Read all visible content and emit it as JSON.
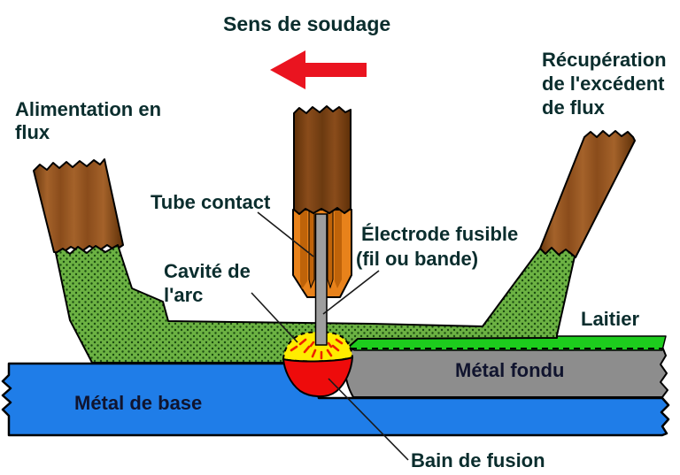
{
  "labels": {
    "welding_direction": "Sens de soudage",
    "flux_supply_line1": "Alimentation en",
    "flux_supply_line2": "flux",
    "flux_recovery_line1": "Récupération",
    "flux_recovery_line2": "de l'excédent",
    "flux_recovery_line3": "de flux",
    "contact_tube": "Tube contact",
    "arc_cavity_line1": "Cavité de",
    "arc_cavity_line2": "l'arc",
    "electrode_line1": "Électrode fusible",
    "electrode_line2": "(fil ou bande)",
    "slag": "Laitier",
    "molten_metal": "Métal fondu",
    "base_metal": "Métal de base",
    "weld_pool": "Bain de fusion"
  },
  "icons": {
    "direction_arrow": "left-arrow"
  },
  "colors": {
    "arrow_red": "#ea1420",
    "flux_green": "#6cb243",
    "flux_dot": "#1a4a10",
    "slag_green": "#1dcc1d",
    "molten_gray": "#8d8d8d",
    "base_blue": "#1f7de8",
    "cavity_yellow": "#ffec00",
    "pool_red": "#ee0b0b",
    "spark_red": "#ee2200",
    "contact_orange": "#e8821b",
    "contact_orange_dark": "#bf6309",
    "electrode_gray": "#9e9e9e",
    "wood_dark": "#6b3a10",
    "wood_mid": "#8a4c1b",
    "wood_light": "#a4622a",
    "wood_deep": "#5e3008",
    "label_color": "#0a2d2d",
    "metal_label_color": "#10142e"
  }
}
